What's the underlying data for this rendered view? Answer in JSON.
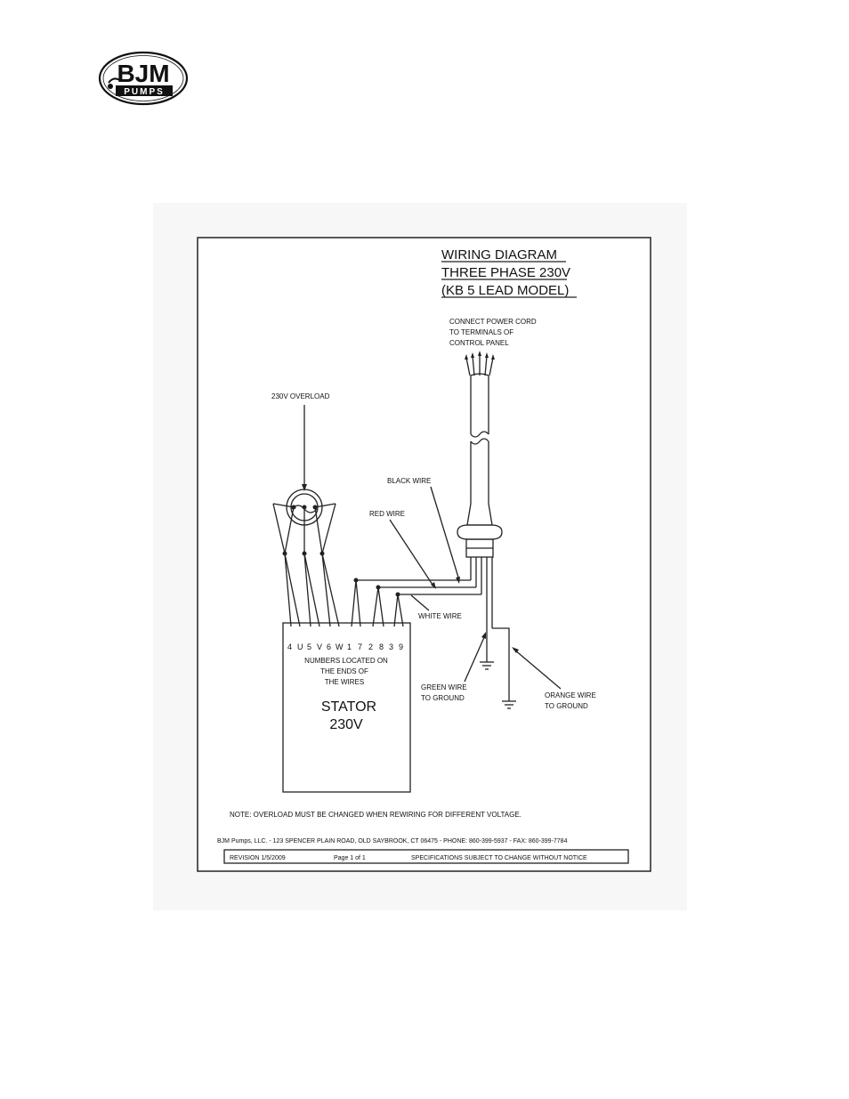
{
  "logo": {
    "brand": "BJM",
    "subtitle": "PUMPS"
  },
  "diagram": {
    "title_lines": [
      "WIRING DIAGRAM",
      "THREE PHASE 230V",
      "(KB 5 LEAD MODEL)"
    ],
    "power_cord_note": [
      "CONNECT POWER CORD",
      "TO TERMINALS OF",
      "CONTROL PANEL"
    ],
    "overload_label": "230V OVERLOAD",
    "wires": {
      "black": "BLACK WIRE",
      "red": "RED WIRE",
      "white": "WHITE WIRE",
      "green": [
        "GREEN WIRE",
        "TO GROUND"
      ],
      "orange": [
        "ORANGE WIRE",
        "TO GROUND"
      ]
    },
    "terminal_numbers": [
      "4",
      "U",
      "5",
      "V",
      "6",
      "W",
      "1",
      "7",
      "2",
      "8",
      "3",
      "9"
    ],
    "numbers_note": [
      "NUMBERS LOCATED ON",
      "THE ENDS OF",
      "THE WIRES"
    ],
    "stator": [
      "STATOR",
      "230V"
    ],
    "note": "NOTE: OVERLOAD MUST BE CHANGED WHEN REWIRING FOR DIFFERENT VOLTAGE.",
    "company_line": "BJM Pumps, LLC. - 123 SPENCER PLAIN ROAD, OLD SAYBROOK, CT 06475 - PHONE: 860-399-5937 - FAX: 860-399-7784",
    "footer": {
      "revision": "REVISION 1/5/2009",
      "page": "Page 1 of 1",
      "spec": "SPECIFICATIONS SUBJECT TO CHANGE WITHOUT NOTICE"
    }
  }
}
